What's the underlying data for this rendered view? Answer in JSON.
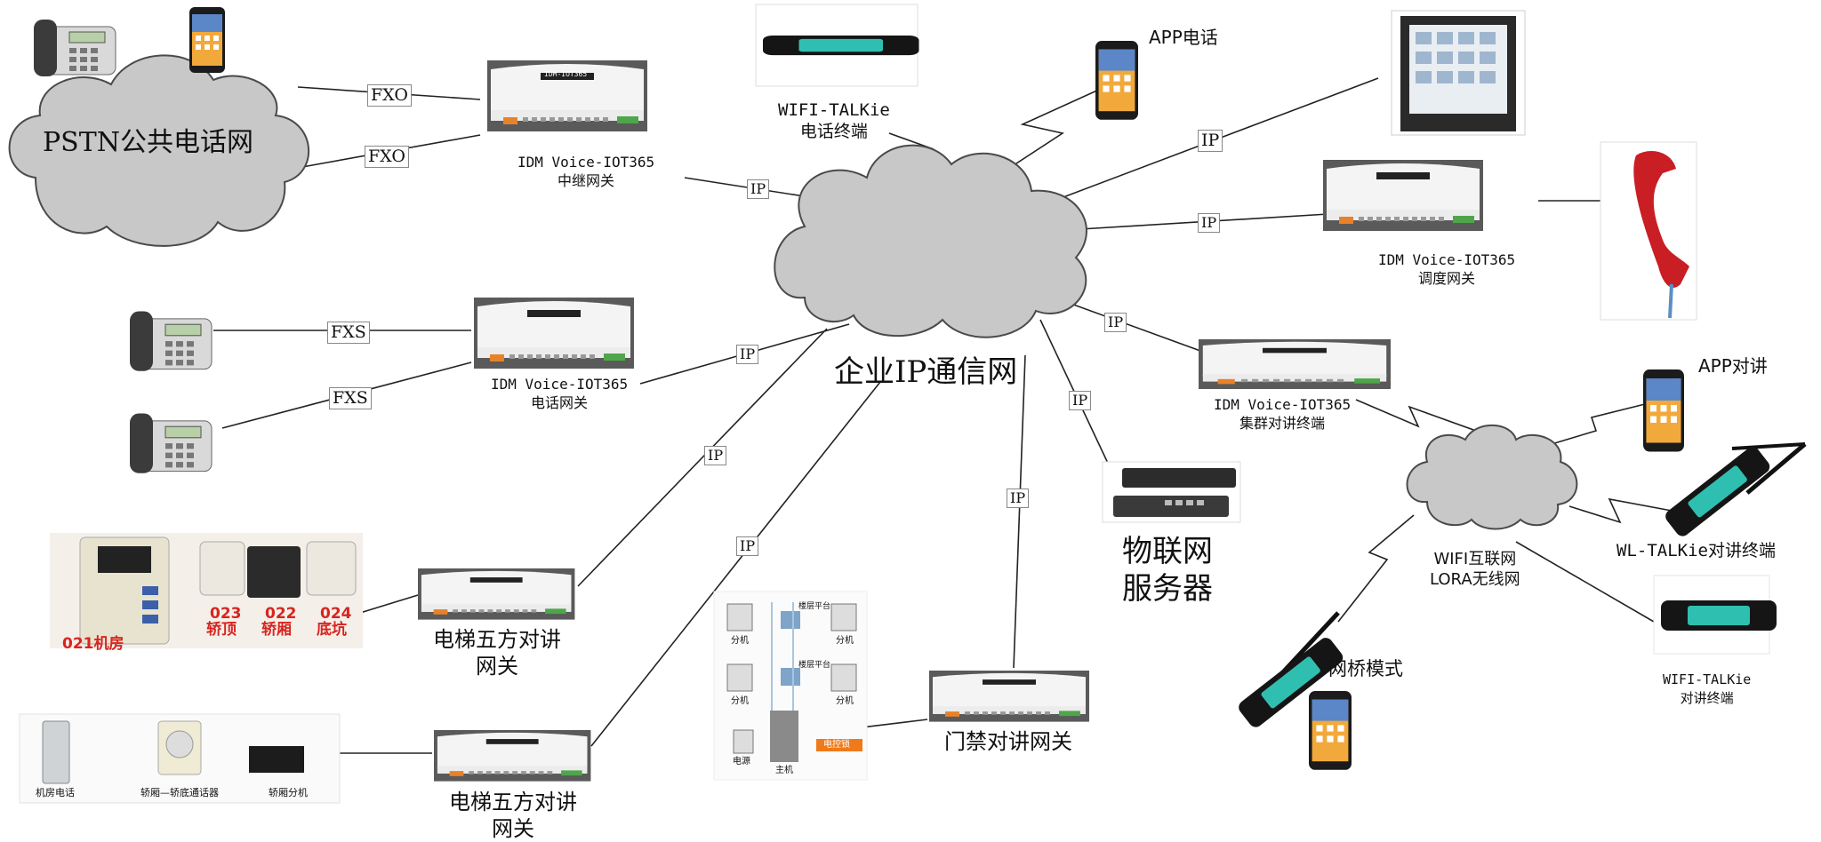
{
  "clouds": {
    "pstn": "PSTN公共电话网",
    "enterprise": "企业IP通信网",
    "wifi": [
      "WIFI互联网",
      "LORA无线网"
    ]
  },
  "gateways": {
    "trunk": [
      "IDM Voice-IOT365",
      "中继网关"
    ],
    "phone": [
      "IDM Voice-IOT365",
      "电话网关"
    ],
    "dispatch": [
      "IDM Voice-IOT365",
      "调度网关"
    ],
    "cluster": [
      "IDM Voice-IOT365",
      "集群对讲终端"
    ],
    "elevator1": [
      "电梯五方对讲",
      "网关"
    ],
    "elevator2": [
      "电梯五方对讲",
      "网关"
    ],
    "door": "门禁对讲网关",
    "gateway_brand": "IDM-IOT365"
  },
  "terminals": {
    "wifi_talkie_top": [
      "WIFI-TALKie",
      "电话终端"
    ],
    "app_phone": "APP电话",
    "app_talk": "APP对讲",
    "wl_talkie": "WL-TALKie对讲终端",
    "wifi_talkie_right": [
      "WIFI-TALKie",
      "对讲终端"
    ],
    "bridge": "网桥模式",
    "iot_server": [
      "物联网",
      "服务器"
    ]
  },
  "links": {
    "fxo": "FXO",
    "fxs": "FXS",
    "ip": "IP"
  },
  "photos": {
    "elevator_codes": [
      "023",
      "022",
      "024"
    ],
    "elevator_names": [
      "轿顶",
      "轿厢",
      "底坑"
    ],
    "machine_room": "021机房",
    "devices": [
      "机房电话",
      "轿厢—轿底通话器",
      "轿厢分机"
    ],
    "door_ext": "分机",
    "door_platform": "楼层平台",
    "door_power": "电源",
    "door_main": "主机",
    "door_lock": "电控锁"
  },
  "colors": {
    "cloud_fill": "#c8c8c8",
    "cloud_stroke": "#4a4a4a",
    "link": "#222222",
    "gateway_body": "#f3f3f3",
    "handset_red": "#c81e24"
  }
}
